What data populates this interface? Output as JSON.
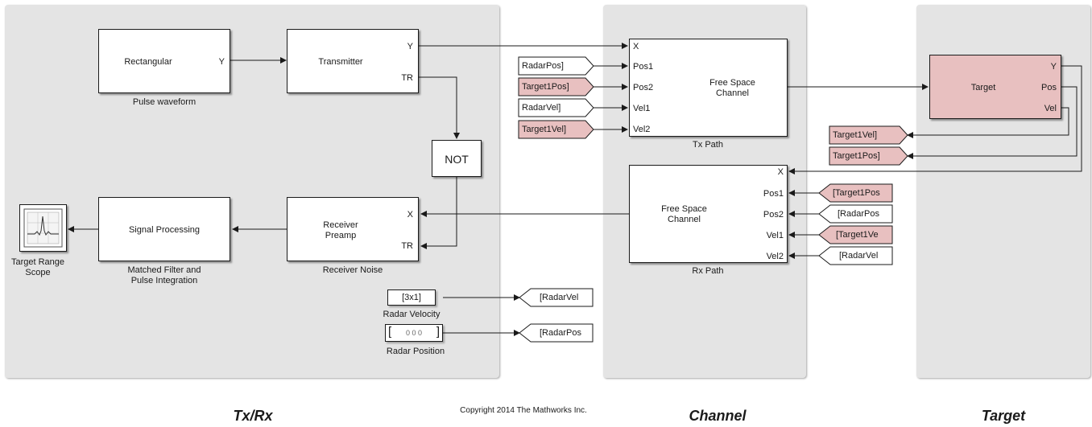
{
  "areas": {
    "txrx": "Tx/Rx",
    "channel": "Channel",
    "target": "Target"
  },
  "copyright": "Copyright 2014 The Mathworks Inc.",
  "blocks": {
    "rectangular": {
      "label": "Rectangular",
      "port_out": "Y",
      "caption": "Pulse waveform"
    },
    "transmitter": {
      "label": "Transmitter",
      "port_y": "Y",
      "port_tr": "TR"
    },
    "not": {
      "label": "NOT"
    },
    "signal_processing": {
      "label": "Signal Processing",
      "caption_line1": "Matched Filter and",
      "caption_line2": "Pulse Integration"
    },
    "receiver": {
      "label_line1": "Receiver",
      "label_line2": "Preamp",
      "port_x": "X",
      "port_tr": "TR",
      "caption": "Receiver Noise"
    },
    "scope": {
      "caption_line1": "Target Range",
      "caption_line2": "Scope"
    },
    "radar_velocity": {
      "value": "[3x1]",
      "caption": "Radar Velocity"
    },
    "radar_position": {
      "value": "0  0  0",
      "caption": "Radar Position"
    },
    "tx_path": {
      "label_line1": "Free Space",
      "label_line2": "Channel",
      "caption": "Tx Path",
      "ports": [
        "X",
        "Pos1",
        "Pos2",
        "Vel1",
        "Vel2"
      ]
    },
    "rx_path": {
      "label_line1": "Free Space",
      "label_line2": "Channel",
      "caption": "Rx Path",
      "ports": [
        "X",
        "Pos1",
        "Pos2",
        "Vel1",
        "Vel2"
      ]
    },
    "target": {
      "label": "Target",
      "ports": [
        "Y",
        "Pos",
        "Vel"
      ]
    }
  },
  "tags": {
    "tx_from_radarpos": "RadarPos]",
    "tx_from_target1pos": "Target1Pos]",
    "tx_from_radarvel": "RadarVel]",
    "tx_from_target1vel": "Target1Vel]",
    "goto_target1vel": "Target1Vel]",
    "goto_target1pos": "Target1Pos]",
    "rx_from_target1pos": "[Target1Pos",
    "rx_from_radarpos": "[RadarPos",
    "rx_from_target1vel": "[Target1Ve",
    "rx_from_radarvel": "[RadarVel",
    "goto_radarvel": "[RadarVel",
    "goto_radarpos": "[RadarPos"
  },
  "colors": {
    "area": "#e4e4e4",
    "pink": "#e8c0c0",
    "line": "#1a1a1a"
  }
}
